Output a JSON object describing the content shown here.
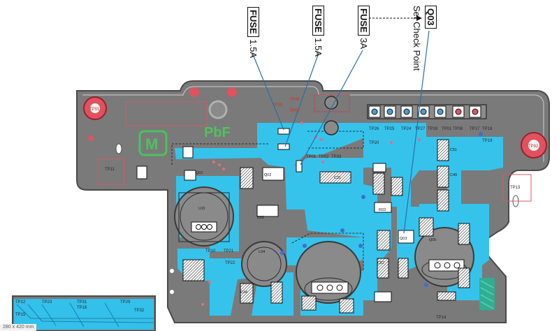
{
  "callouts": {
    "fuse1": {
      "tag": "FUSE",
      "rating": "1.5A"
    },
    "fuse2": {
      "tag": "FUSE",
      "rating": "1.5A"
    },
    "fuse3": {
      "tag": "FUSE",
      "rating": "3A"
    },
    "q03": {
      "tag": "Q03",
      "note": "Set Check Point"
    }
  },
  "board_text": {
    "pbf": "PbF",
    "logo": "M",
    "tp_labels": {
      "tp91": "TP91",
      "tp92": "TP92",
      "tp11": "TP11",
      "tp13": "TP13",
      "tp30": "TP30",
      "tp04": "TP04",
      "tp03": "TP03",
      "tp01": "TP01",
      "tp02": "TP02",
      "tp33": "TP33",
      "tp26": "TP26",
      "tp25": "TP25",
      "tp24": "TP24",
      "tp27": "TP27",
      "tp28": "TP28",
      "tp01b": "TP01",
      "tp08": "TP08",
      "tp17": "TP17",
      "tp18": "TP18",
      "tp19": "TP19",
      "tp20": "TP20",
      "tp10": "TP10",
      "tp21": "TP21",
      "tp22": "TP22",
      "tp23": "TP23",
      "tp12": "TP12",
      "tp15": "TP15",
      "tp31": "TP31",
      "tp32": "TP32",
      "tp29": "TP29",
      "tp16": "TP16",
      "tp14": "TP14"
    },
    "components": {
      "l03": "L03",
      "l04": "L04",
      "q01": "Q01",
      "q02": "Q02",
      "q03": "Q03",
      "q05": "Q05",
      "c51": "C51",
      "c49": "C49",
      "c52": "C52",
      "c31": "C31",
      "c44": "C44",
      "d52": "D52",
      "r03": "R03"
    }
  },
  "status_text": "280 x 420 mm"
}
